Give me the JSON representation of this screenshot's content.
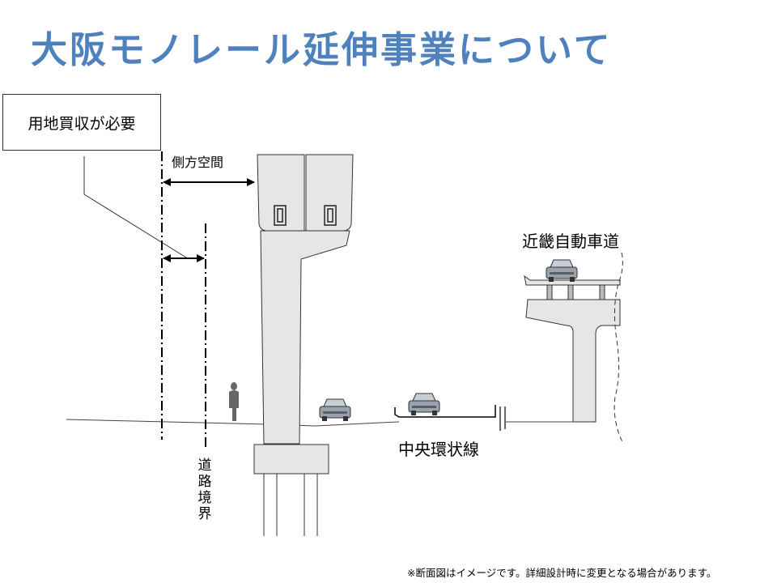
{
  "title": "大阪モノレール延伸事業について",
  "callout": {
    "text": "用地買収が必要"
  },
  "labels": {
    "side_space": "側方空間",
    "kinki_expressway": "近畿自動車道",
    "chuo_loop": "中央環状線",
    "road_boundary": [
      "道",
      "路",
      "境",
      "界"
    ]
  },
  "note": "※断面図はイメージです。詳細設計時に変更となる場合があります。",
  "colors": {
    "title": "#4f81bd",
    "structure_fill": "#e6e6e6",
    "line": "#000000"
  }
}
